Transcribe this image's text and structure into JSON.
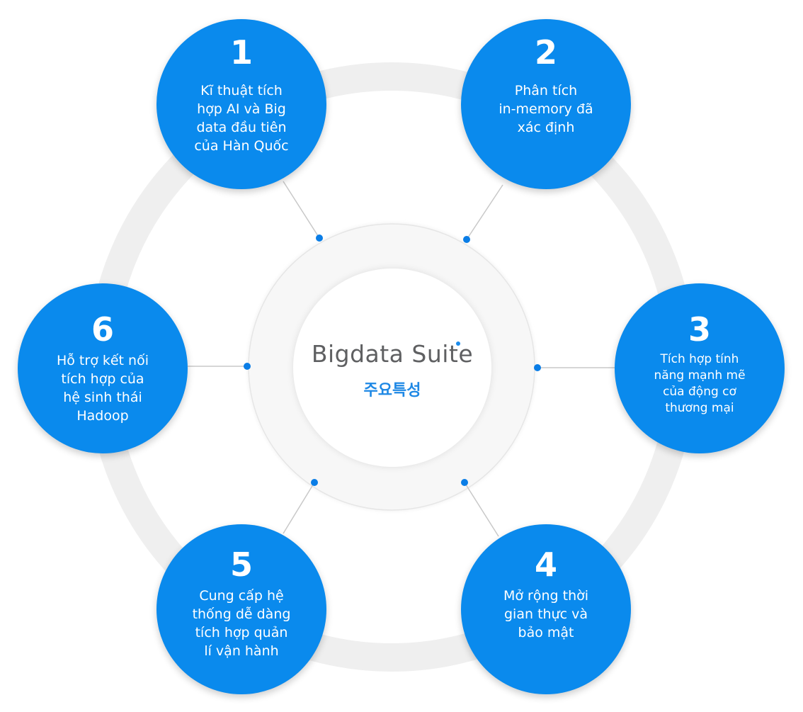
{
  "center": {
    "brand": "Bigdata Suite",
    "subtitle": "주요특성"
  },
  "features": [
    {
      "number": "1",
      "lines": [
        "Kĩ thuật tích",
        "hợp AI và Big",
        "data đầu tiên",
        "của Hàn Quốc"
      ]
    },
    {
      "number": "2",
      "lines": [
        "Phân tích",
        "in-memory đã",
        "xác định"
      ]
    },
    {
      "number": "3",
      "lines": [
        "Tích hợp tính",
        "năng mạnh mẽ",
        "của động cơ",
        "thương mại"
      ]
    },
    {
      "number": "4",
      "lines": [
        "Mở rộng thời",
        "gian thực và",
        "bảo mật"
      ]
    },
    {
      "number": "5",
      "lines": [
        "Cung cấp hệ",
        "thống dễ dàng",
        "tích hợp quản",
        "lí vận hành"
      ]
    },
    {
      "number": "6",
      "lines": [
        "Hỗ trợ kết nối",
        "tích hợp của",
        "hệ sinh thái",
        "Hadoop"
      ]
    }
  ],
  "colors": {
    "node_fill": "#0a8aed",
    "accent_text": "#1e88e5",
    "outer_ring": "#f0f0f0",
    "connector": "#c8c8c8",
    "dot": "#0a7de6"
  }
}
